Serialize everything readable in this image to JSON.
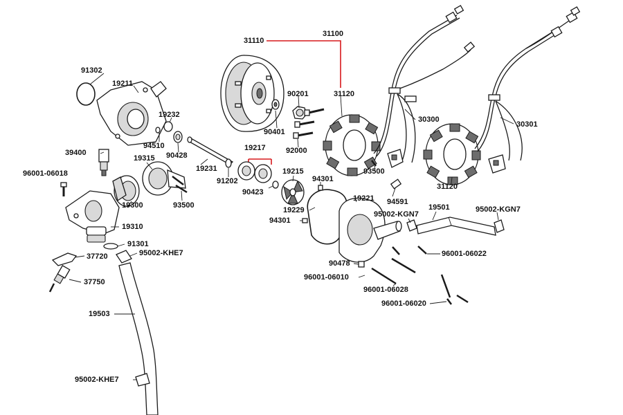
{
  "callouts": {
    "p31110": "31110",
    "p31100": "31100",
    "p91302": "91302",
    "p19211": "19211",
    "p90201": "90201",
    "p31120a": "31120",
    "p19232": "19232",
    "p30300": "30300",
    "p30301": "30301",
    "p90401": "90401",
    "p94510": "94510",
    "p90428": "90428",
    "p19217": "19217",
    "p92000": "92000",
    "p39400": "39400",
    "p19315": "19315",
    "p19231": "19231",
    "p93500a": "93500",
    "p19215": "19215",
    "p96001_06018": "96001-06018",
    "p91202": "91202",
    "p94301a": "94301",
    "p31120b": "31120",
    "p90423": "90423",
    "p93500b": "93500",
    "p94591": "94591",
    "p19221": "19221",
    "p19300": "19300",
    "p19229": "19229",
    "p19501": "19501",
    "p95002_KGN7a": "95002-KGN7",
    "p95002_KGN7b": "95002-KGN7",
    "p94301b": "94301",
    "p19310": "19310",
    "p91301": "91301",
    "p95002_KHE7a": "95002-KHE7",
    "p96001_06022": "96001-06022",
    "p37720": "37720",
    "p90478": "90478",
    "p96001_06010": "96001-06010",
    "p37750": "37750",
    "p96001_06028": "96001-06028",
    "p96001_06020": "96001-06020",
    "p19503": "19503",
    "p95002_KHE7b": "95002-KHE7"
  },
  "colors": {
    "ink": "#1a1a1a",
    "highlight": "#d7191c",
    "background": "#ffffff"
  }
}
